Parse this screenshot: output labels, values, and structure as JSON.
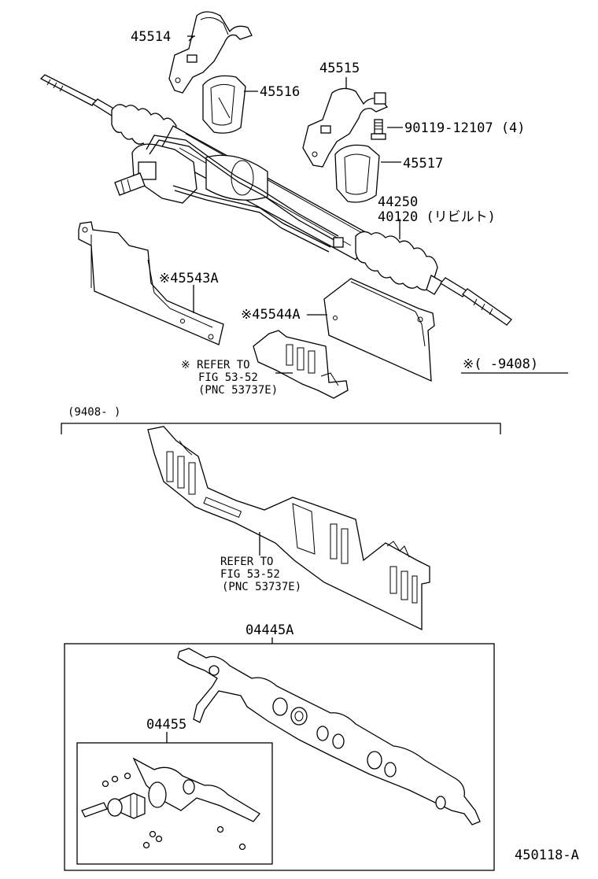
{
  "parts": {
    "p45514": "45514",
    "p45516": "45516",
    "p45515": "45515",
    "p90119": "90119-12107 (4)",
    "p45517": "45517",
    "p44250": "44250",
    "p40120": "40120 (リビルト)",
    "p45543A": "※45543A",
    "p45544A": "※45544A",
    "p04445A": "04445A",
    "p04455": "04455"
  },
  "refer1": {
    "line1": "※ REFER TO",
    "line2": "FIG 53-52",
    "line3": "(PNC 53737E)"
  },
  "refer2": {
    "line1": "REFER TO",
    "line2": "FIG 53-52",
    "line3": "(PNC 53737E)"
  },
  "note_until": "※(    -9408)",
  "note_from": "(9408-     )",
  "figure_id": "450118-A"
}
